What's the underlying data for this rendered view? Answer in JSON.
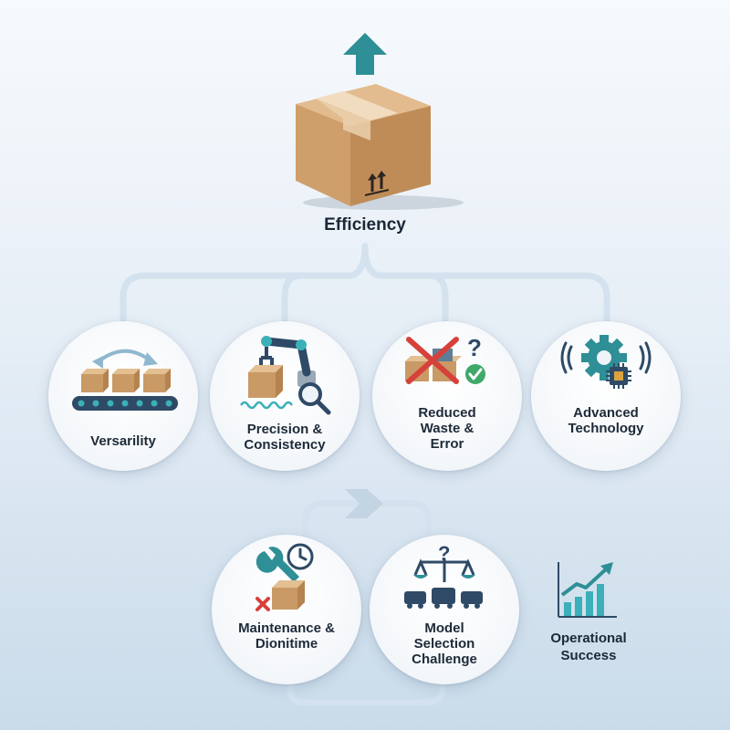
{
  "title": "Efficiency",
  "nodes": {
    "versatility": "Versarility",
    "precision": "Precision & Consistency",
    "waste": "Reduced Waste & Error",
    "technology": "Advanced Technology",
    "maintenance": "Maintenance & Dionitime",
    "model": "Model Selection Challenge"
  },
  "outcome": "Operational Success",
  "colors": {
    "teal": "#2e8f96",
    "navy": "#2e4a66",
    "box": "#cfa474",
    "connector": "#cddeea",
    "error_red": "#d6413a",
    "check_green": "#3fa96a"
  }
}
